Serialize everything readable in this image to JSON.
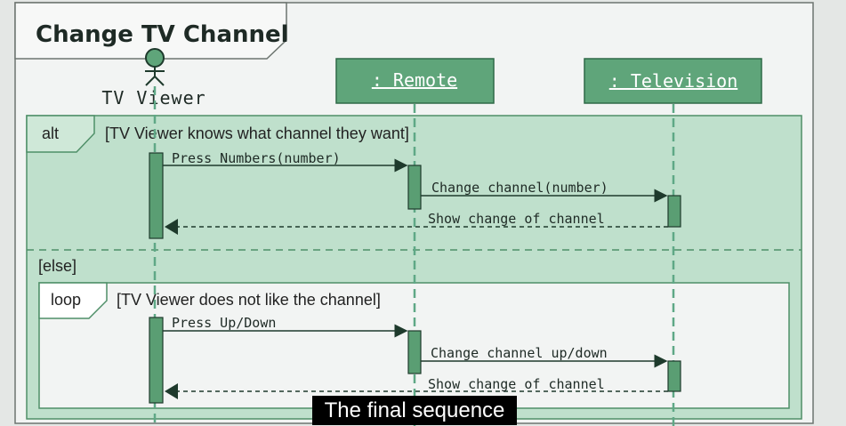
{
  "diagram": {
    "title": "Change TV Channel",
    "actor": "TV Viewer",
    "objects": [
      ": Remote",
      ": Television"
    ],
    "alt_fragment": {
      "operator": "alt",
      "guard": "[TV Viewer knows what channel they want]",
      "else_guard": "[else]"
    },
    "loop_fragment": {
      "operator": "loop",
      "guard": "[TV Viewer does not like the channel]"
    },
    "messages": [
      "Press Numbers(number)",
      "Change channel(number)",
      "Show change of channel",
      "Press Up/Down",
      "Change channel up/down",
      "Show change of channel"
    ]
  },
  "caption": "The final sequence",
  "colors": {
    "object_fill": "#5fa57a",
    "lifeline": "#5fa886",
    "fragment_fill": "#bfe0cc",
    "activation": "#5a9e73"
  }
}
